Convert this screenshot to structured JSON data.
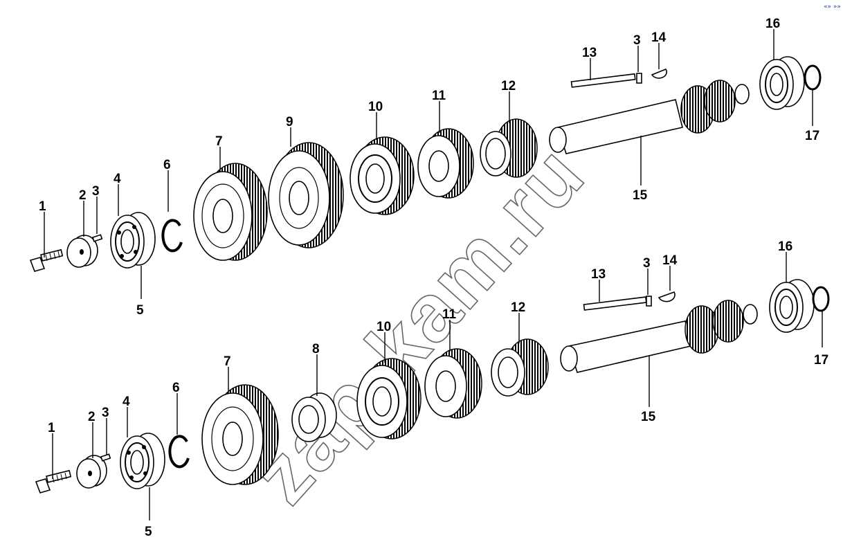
{
  "corner_mark": "«» »»",
  "watermark": "zap-kam.ru",
  "callouts": {
    "upper": [
      "1",
      "2",
      "3",
      "4",
      "5",
      "6",
      "7",
      "9",
      "10",
      "11",
      "12",
      "13",
      "3",
      "14",
      "15",
      "16",
      "17"
    ],
    "lower": [
      "1",
      "2",
      "3",
      "4",
      "5",
      "6",
      "7",
      "8",
      "10",
      "11",
      "12",
      "13",
      "3",
      "14",
      "15",
      "16",
      "17"
    ]
  },
  "parts": {
    "bolt": "bolt-part",
    "washer": "washer-part",
    "pin": "pin-part",
    "bearing": "ball-bearing-part",
    "circlip": "circlip-part",
    "gear": "gear-part",
    "spacer": "spacer-part",
    "shaft": "splined-shaft-part",
    "key": "key-part",
    "woodruff_key": "woodruff-key-part",
    "rod": "rod-part"
  }
}
